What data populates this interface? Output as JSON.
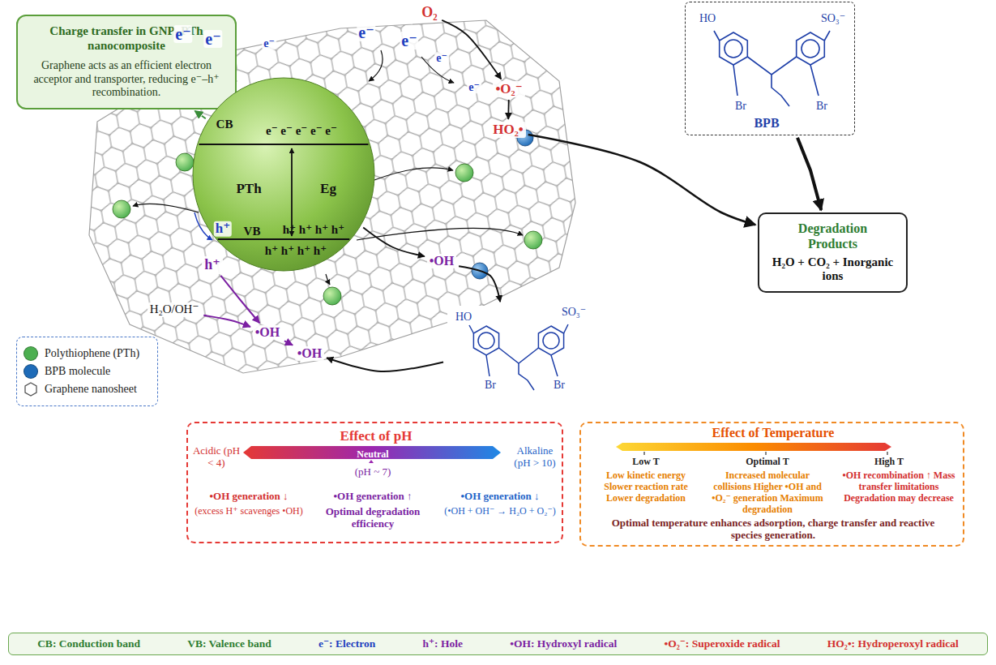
{
  "diagram": {
    "nodes": [
      {
        "text": [
          "Charge transfer in GNP–PTh nanocomposite",
          "Graphene acts as an efficient electron acceptor and transporter, reducing e⁻–h⁺ recombination."
        ]
      },
      {
        "text": [
          "O₂"
        ]
      },
      {
        "text": [
          "HO",
          "SO₃⁻",
          "Br",
          "Br",
          "BPB"
        ]
      },
      {
        "text": [
          "•O₂⁻"
        ]
      },
      {
        "text": [
          "HO₂•"
        ]
      },
      {
        "text": [
          "e⁻ e⁻ e⁻ e⁻ e⁻",
          "CB",
          "PTh",
          "Eg",
          "VB",
          "h⁺ h⁺ h⁺ h⁺",
          "h⁺ h⁺ h⁺ h⁺"
        ]
      },
      {
        "text": [
          "Degradation Products",
          "H₂O + CO₂ + Inorganic ions"
        ]
      },
      {
        "text": [
          "h⁺"
        ]
      },
      {
        "text": [
          "•OH"
        ]
      },
      {
        "text": [
          "H₂O/OH⁻"
        ]
      },
      {
        "text": [
          "•OH"
        ]
      },
      {
        "text": [
          "HO",
          "SO₃⁻",
          "Br",
          "Br"
        ]
      },
      {
        "text": [
          "•OH"
        ]
      },
      {
        "text": [
          "Effect of pH",
          "Acidic (pH < 4)",
          "Neutral",
          "(pH ~ 7)",
          "Alkaline (pH > 10)",
          "•OH generation ↓",
          "(excess H⁺ scavenges •OH)",
          "•OH generation ↑",
          "Optimal degradation efficiency",
          "•OH generation ↓",
          "(•OH + OH⁻ → H₂O + O₂⁻)"
        ]
      },
      {
        "text": [
          "Effect of Temperature",
          "Low T",
          "Optimal T",
          "High T",
          "Low kinetic energy Slower reaction rate Lower degradation",
          "Increased molecular collisions Higher •OH and •O₂⁻ generation Maximum degradation",
          "•OH recombination ↑ Mass transfer limitations Degradation may decrease",
          "Optimal temperature enhances adsorption, charge transfer and reactive species generation."
        ]
      },
      {
        "text": [
          "CB: Conduction band",
          "VB: Valence band",
          "e⁻: Electron",
          "h⁺: Hole",
          "•OH: Hydroxyl radical",
          "•O₂⁻: Superoxide radical",
          "HO₂•: Hydroperoxyl radical"
        ]
      }
    ],
    "edges": [
      {
        "from": 5,
        "to": 0,
        "arrow": "to"
      },
      {
        "from": 1,
        "to": 3,
        "arrow": "to"
      },
      {
        "from": 3,
        "to": 4,
        "arrow": "to"
      },
      {
        "from": 4,
        "to": 6,
        "arrow": "to"
      },
      {
        "from": 2,
        "to": 6,
        "arrow": "to"
      },
      {
        "from": 5,
        "to": 8,
        "arrow": "to"
      },
      {
        "from": 8,
        "to": 11,
        "arrow": "to"
      },
      {
        "from": 11,
        "to": 12,
        "arrow": "to"
      },
      {
        "from": 9,
        "to": 10,
        "arrow": "to"
      },
      {
        "from": 7,
        "to": 10,
        "arrow": "to"
      },
      {
        "from": 10,
        "to": 12,
        "arrow": "to"
      }
    ],
    "labels": [
      "e⁻",
      "e⁻",
      "e⁻",
      "e⁻",
      "e⁻",
      "e⁻",
      "e⁻",
      "h⁺"
    ],
    "legend": [
      {
        "text": "Polythiophene (PTh)",
        "color": "#4caf50"
      },
      {
        "text": "BPB molecule",
        "color": "#1e6bb8"
      },
      {
        "text": "Graphene nanosheet"
      }
    ]
  }
}
